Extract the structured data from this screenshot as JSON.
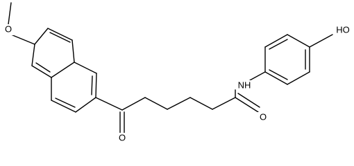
{
  "atom_labels": {
    "methoxy_oxygen": "O",
    "ketone_oxygen": "O",
    "amide_oxygen": "O",
    "amide_nitrogen": "NH",
    "hydroxyl_group": "HO"
  },
  "colors": {
    "background": "#ffffff",
    "ink": "#000000"
  }
}
